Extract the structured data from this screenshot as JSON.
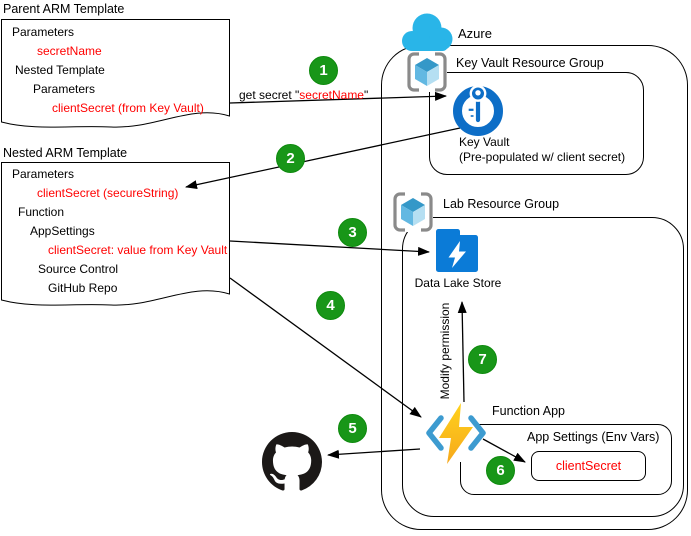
{
  "colors": {
    "red_text": "#ff0000",
    "badge_green": "#189618",
    "azure_cloud_blue": "#29b5e8",
    "keyvault_blue": "#0d6ec7",
    "folder_blue": "#0b7bd7",
    "function_bracket_blue": "#3d9bd0",
    "bolt_yellow": "#ffd21c",
    "bolt_orange": "#f6a81c",
    "github_black": "#1b1817"
  },
  "icons": {
    "azure_cloud": "cloud",
    "resource_group": "cube-in-brackets",
    "key_vault": "key-in-ring",
    "data_lake_store": "folder-with-bolt",
    "function_app": "angle-brackets-bolt",
    "github": "octocat-mark"
  },
  "parent_doc": {
    "title": "Parent ARM Template",
    "lines": [
      {
        "text": "Parameters",
        "red": false
      },
      {
        "text": "secretName",
        "red": true
      },
      {
        "text": "Nested Template",
        "red": false
      },
      {
        "text": "Parameters",
        "red": false
      },
      {
        "text": "clientSecret (from Key Vault)",
        "red": true
      }
    ]
  },
  "nested_doc": {
    "title": "Nested ARM Template",
    "lines": [
      {
        "text": "Parameters",
        "red": false
      },
      {
        "text": "clientSecret (secureString)",
        "red": true
      },
      {
        "text": "Function",
        "red": false
      },
      {
        "text": "AppSettings",
        "red": false
      },
      {
        "text": "clientSecret: value from Key Vault",
        "red": true
      },
      {
        "text": "Source Control",
        "red": false
      },
      {
        "text": "GitHub Repo",
        "red": false
      }
    ]
  },
  "azure": {
    "label": "Azure"
  },
  "key_vault_rg": {
    "label": "Key Vault Resource Group",
    "key_vault_name": "Key Vault",
    "key_vault_sub": "(Pre-populated w/ client secret)"
  },
  "lab_rg": {
    "label": "Lab Resource Group",
    "data_lake_label": "Data Lake Store",
    "function_app_label": "Function App",
    "app_settings_label": "App Settings (Env Vars)",
    "client_secret_label": "clientSecret"
  },
  "annotations": {
    "get_secret_prefix": "get secret \"",
    "get_secret_name": "secretName",
    "get_secret_suffix": "\"",
    "modify_permission": "Modify permission"
  },
  "badges": [
    "1",
    "2",
    "3",
    "4",
    "5",
    "6",
    "7"
  ]
}
